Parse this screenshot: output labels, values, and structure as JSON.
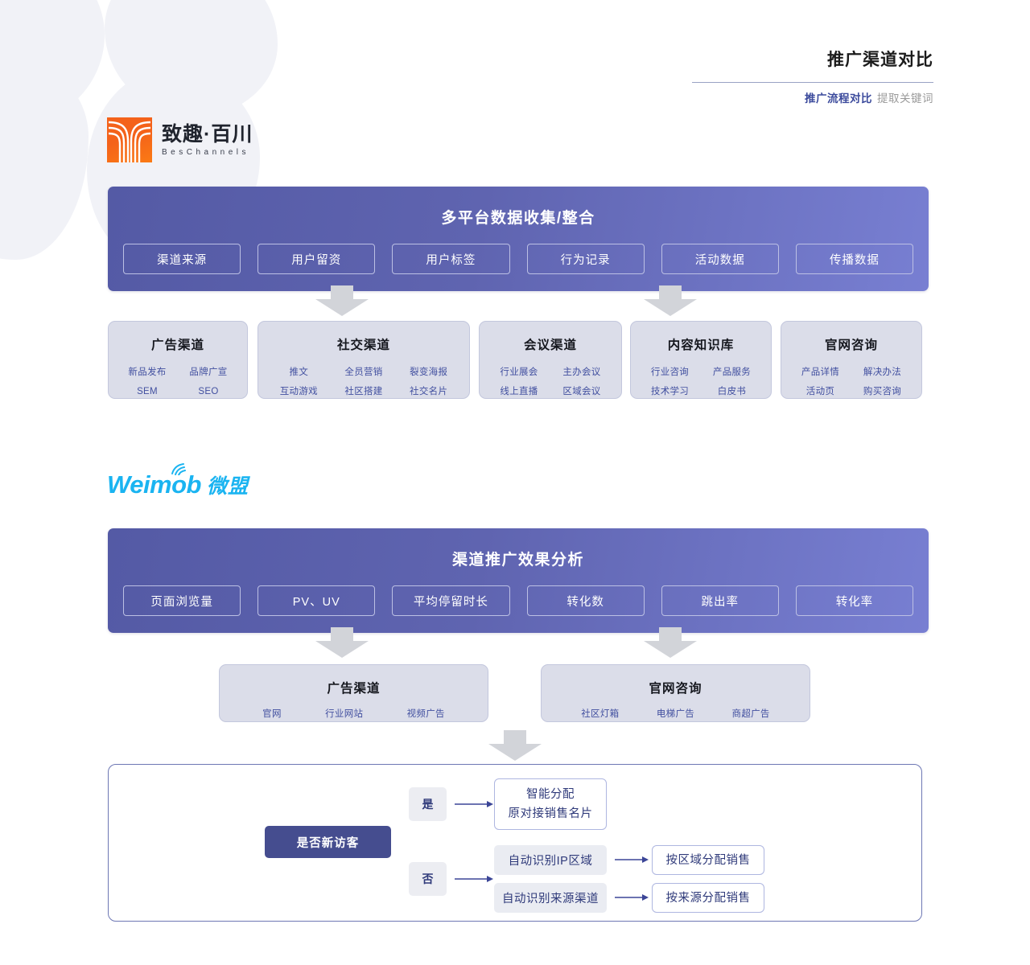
{
  "header": {
    "title": "推广渠道对比",
    "subtitle_active": "推广流程对比",
    "subtitle_muted": "提取关键词"
  },
  "logos": {
    "beschannels": {
      "cn": "致趣·百川",
      "en": "BesChannels",
      "mark_color": "#f4621a"
    },
    "weimob": {
      "word": "Weimob",
      "cn": "微盟",
      "color": "#1ab4f1"
    }
  },
  "section1": {
    "panel": {
      "title": "多平台数据收集/整合",
      "tags": [
        "渠道来源",
        "用户留资",
        "用户标签",
        "行为记录",
        "活动数据",
        "传播数据"
      ]
    },
    "cards": [
      {
        "title": "广告渠道",
        "items": [
          "新品发布",
          "品牌广宣",
          "SEM",
          "SEO"
        ]
      },
      {
        "title": "社交渠道",
        "items": [
          "推文",
          "全员营销",
          "裂变海报",
          "互动游戏",
          "社区搭建",
          "社交名片"
        ]
      },
      {
        "title": "会议渠道",
        "items": [
          "行业展会",
          "主办会议",
          "线上直播",
          "区域会议"
        ]
      },
      {
        "title": "内容知识库",
        "items": [
          "行业咨询",
          "产品服务",
          "技术学习",
          "白皮书"
        ]
      },
      {
        "title": "官网咨询",
        "items": [
          "产品详情",
          "解决办法",
          "活动页",
          "购买咨询"
        ]
      }
    ]
  },
  "section2": {
    "panel": {
      "title": "渠道推广效果分析",
      "tags": [
        "页面浏览量",
        "PV、UV",
        "平均停留时长",
        "转化数",
        "跳出率",
        "转化率"
      ]
    },
    "cards": [
      {
        "title": "广告渠道",
        "items": [
          "官网",
          "行业网站",
          "视频广告"
        ]
      },
      {
        "title": "官网咨询",
        "items": [
          "社区灯箱",
          "电梯广告",
          "商超广告"
        ]
      }
    ],
    "flow": {
      "decision": "是否新访客",
      "yes_label": "是",
      "no_label": "否",
      "yes_outcome_line1": "智能分配",
      "yes_outcome_line2": "原对接销售名片",
      "no_branches": [
        {
          "source": "自动识别IP区域",
          "result": "按区域分配销售"
        },
        {
          "source": "自动识别来源渠道",
          "result": "按来源分配销售"
        }
      ]
    }
  },
  "colors": {
    "panel_start": "#545aa5",
    "panel_end": "#787fd2",
    "card_bg": "#dbdde9",
    "accent_text": "#4250a0",
    "decision_bg": "#454d8f",
    "arrow_gray": "#d2d4d9"
  }
}
